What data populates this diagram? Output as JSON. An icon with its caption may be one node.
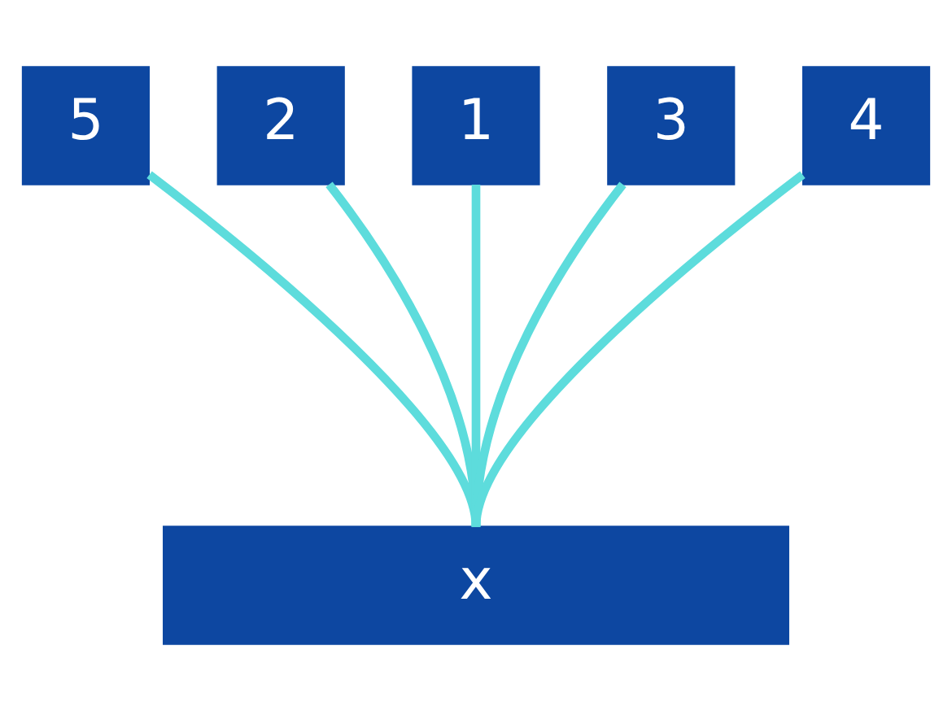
{
  "diagram": {
    "nodes": [
      {
        "text": [
          "5"
        ]
      },
      {
        "text": [
          "2"
        ]
      },
      {
        "text": [
          "1"
        ]
      },
      {
        "text": [
          "3"
        ]
      },
      {
        "text": [
          "4"
        ]
      },
      {
        "text": [
          "x"
        ]
      }
    ],
    "edges": [
      {
        "from": 0,
        "to": 5,
        "arrow": "none"
      },
      {
        "from": 1,
        "to": 5,
        "arrow": "none"
      },
      {
        "from": 2,
        "to": 5,
        "arrow": "none"
      },
      {
        "from": 3,
        "to": 5,
        "arrow": "none"
      },
      {
        "from": 4,
        "to": 5,
        "arrow": "none"
      }
    ]
  }
}
